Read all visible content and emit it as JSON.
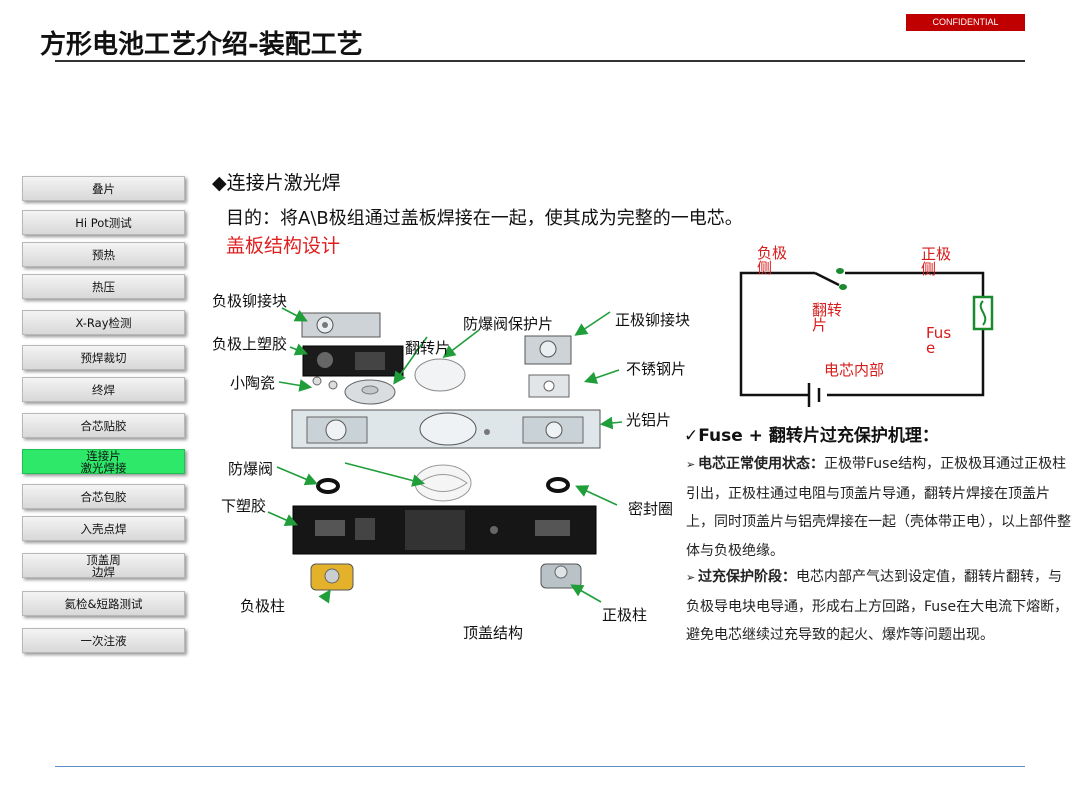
{
  "header": {
    "title": "方形电池工艺介绍-装配工艺",
    "confidential": "CONFIDENTIAL"
  },
  "process_steps": [
    {
      "label": "叠片",
      "active": false
    },
    {
      "label": "Hi Pot测试",
      "active": false
    },
    {
      "label": "预热",
      "active": false
    },
    {
      "label": "热压",
      "active": false
    },
    {
      "label": "X-Ray检测",
      "active": false
    },
    {
      "label": "预焊裁切",
      "active": false
    },
    {
      "label": "终焊",
      "active": false
    },
    {
      "label": "合芯贴胶",
      "active": false
    },
    {
      "label": "连接片\n激光焊接",
      "active": true
    },
    {
      "label": "合芯包胶",
      "active": false
    },
    {
      "label": "入壳点焊",
      "active": false
    },
    {
      "label": "顶盖周\n边焊",
      "active": false
    },
    {
      "label": "氦检&短路测试",
      "active": false
    },
    {
      "label": "一次注液",
      "active": false
    }
  ],
  "content": {
    "section_heading": "◆连接片激光焊",
    "purpose": "目的：将A\\B极组通过盖板焊接在一起，使其成为完整的一电芯。",
    "cap_design": "盖板结构设计"
  },
  "diagram": {
    "labels": {
      "neg_rivet_block": "负极铆接块",
      "neg_upper_plastic": "负极上塑胶",
      "small_ceramic": "小陶瓷",
      "flip_plate": "翻转片",
      "vent_protector": "防爆阀保护片",
      "pos_rivet_block": "正极铆接块",
      "stainless_plate": "不锈钢片",
      "bare_aluminum": "光铝片",
      "vent": "防爆阀",
      "lower_plastic": "下塑胶",
      "seal_ring": "密封圈",
      "neg_terminal": "负极柱",
      "pos_terminal": "正极柱",
      "cap_structure": "顶盖结构"
    },
    "circuit": {
      "neg_side": "负极\n侧",
      "pos_side": "正极\n侧",
      "flip": "翻转\n片",
      "fuse": "Fus\ne",
      "inner": "电芯内部"
    }
  },
  "mechanism": {
    "title": "✓Fuse + 翻转片过充保护机理：",
    "normal_heading": "电芯正常使用状态：",
    "normal_text": "正极带Fuse结构，正极极耳通过正极柱引出，正极柱通过电阻与顶盖片导通，翻转片焊接在顶盖片上，同时顶盖片与铝壳焊接在一起（壳体带正电），以上部件整体与负极绝缘。",
    "overcharge_heading": "过充保护阶段：",
    "overcharge_text": "电芯内部产气达到设定值，翻转片翻转，与负极导电块电导通，形成右上方回路，Fuse在大电流下熔断，避免电芯继续过充导致的起火、爆炸等问题出现。"
  },
  "colors": {
    "accent_red": "#c00000",
    "label_red": "#e02020",
    "active_step": "#2ee86a",
    "arrow_green": "#1f9e3a",
    "fuse_green": "#1a8a2e"
  }
}
